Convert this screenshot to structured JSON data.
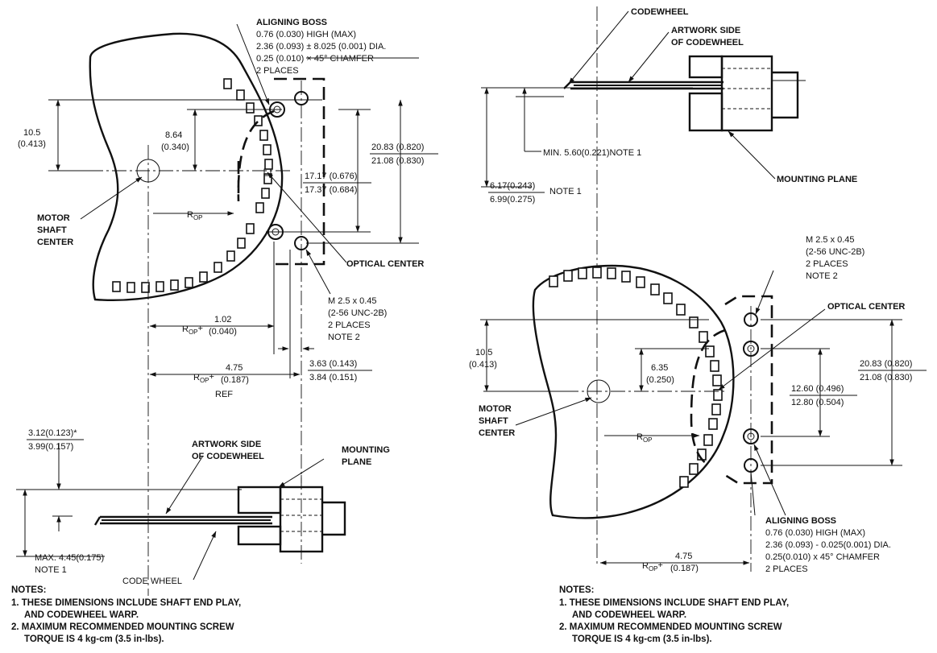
{
  "left": {
    "aligning_boss": {
      "title": "ALIGNING BOSS",
      "l1": "0.76 (0.030) HIGH (MAX)",
      "l2": "2.36 (0.093) ± 8.025 (0.001) DIA.",
      "l3": "0.25 (0.010) × 45° CHAMFER",
      "l4": "2 PLACES"
    },
    "dim_10_5": {
      "mm": "10.5",
      "in": "(0.413)"
    },
    "dim_8_64": {
      "mm": "8.64",
      "in": "(0.340)"
    },
    "dim_20_83": {
      "top": "20.83 (0.820)",
      "bot": "21.08 (0.830)"
    },
    "dim_17_17": {
      "top": "17.17 (0.676)",
      "bot": "17.37 (0.684)"
    },
    "motor_shaft": {
      "l1": "MOTOR",
      "l2": "SHAFT",
      "l3": "CENTER"
    },
    "rop": "R",
    "rop_sub": "OP",
    "optical_center": "OPTICAL CENTER",
    "screw": {
      "l1": "M 2.5 x 0.45",
      "l2": "(2-56 UNC-2B)",
      "l3": "2 PLACES",
      "l4": "NOTE 2"
    },
    "dim_1_02": {
      "prefix": "R",
      "sub": "OP",
      "plus": "+",
      "mm": "1.02",
      "in": "(0.040)"
    },
    "dim_4_75": {
      "prefix": "R",
      "sub": "OP",
      "plus": "+",
      "mm": "4.75",
      "in": "(0.187)",
      "ref": "REF"
    },
    "dim_3_63": {
      "top": "3.63 (0.143)",
      "bot": "3.84 (0.151)"
    },
    "dim_3_12": {
      "top": "3.12(0.123)*",
      "bot": "3.99(0.157)"
    },
    "artwork": {
      "l1": "ARTWORK SIDE",
      "l2": "OF CODEWHEEL"
    },
    "mounting": {
      "l1": "MOUNTING",
      "l2": "PLANE"
    },
    "max": {
      "l1": "MAX. 4.45(0.175)",
      "l2": "NOTE 1"
    },
    "code_wheel": "CODE WHEEL",
    "notes": {
      "title": "NOTES:",
      "n1a": "1. THESE DIMENSIONS INCLUDE SHAFT END PLAY,",
      "n1b": "AND CODEWHEEL WARP.",
      "n2a": "2. MAXIMUM RECOMMENDED MOUNTING SCREW",
      "n2b": "TORQUE IS 4 kg-cm (3.5 in-lbs)."
    }
  },
  "right": {
    "codewheel": "CODEWHEEL",
    "artwork": {
      "l1": "ARTWORK SIDE",
      "l2": "OF CODEWHEEL"
    },
    "min": "MIN. 5.60(0.221)NOTE 1",
    "mounting_plane": "MOUNTING PLANE",
    "dim_6_17": {
      "top": "6.17(0.243)",
      "bot": "6.99(0.275)",
      "note": "NOTE 1"
    },
    "screw": {
      "l1": "M 2.5 x 0.45",
      "l2": "(2-56 UNC-2B)",
      "l3": "2 PLACES",
      "l4": "NOTE 2"
    },
    "optical_center": "OPTICAL CENTER",
    "dim_10_5": {
      "mm": "10.5",
      "in": "(0.413)"
    },
    "dim_6_35": {
      "mm": "6.35",
      "in": "(0.250)"
    },
    "dim_20_83": {
      "top": "20.83 (0.820)",
      "bot": "21.08 (0.830)"
    },
    "dim_12_60": {
      "top": "12.60 (0.496)",
      "bot": "12.80 (0.504)"
    },
    "motor_shaft": {
      "l1": "MOTOR",
      "l2": "SHAFT",
      "l3": "CENTER"
    },
    "rop": "R",
    "rop_sub": "OP",
    "aligning_boss": {
      "title": "ALIGNING BOSS",
      "l1": "0.76 (0.030) HIGH (MAX)",
      "l2": "2.36 (0.093) - 0.025(0.001) DIA.",
      "l3": "0.25(0.010) x 45° CHAMFER",
      "l4": "2 PLACES"
    },
    "dim_4_75": {
      "prefix": "R",
      "sub": "OP",
      "plus": "+",
      "mm": "4.75",
      "in": "(0.187)"
    },
    "notes": {
      "title": "NOTES:",
      "n1a": "1. THESE DIMENSIONS INCLUDE SHAFT END PLAY,",
      "n1b": "AND CODEWHEEL WARP.",
      "n2a": "2. MAXIMUM RECOMMENDED MOUNTING SCREW",
      "n2b": "TORQUE IS 4 kg-cm (3.5 in-lbs)."
    }
  }
}
